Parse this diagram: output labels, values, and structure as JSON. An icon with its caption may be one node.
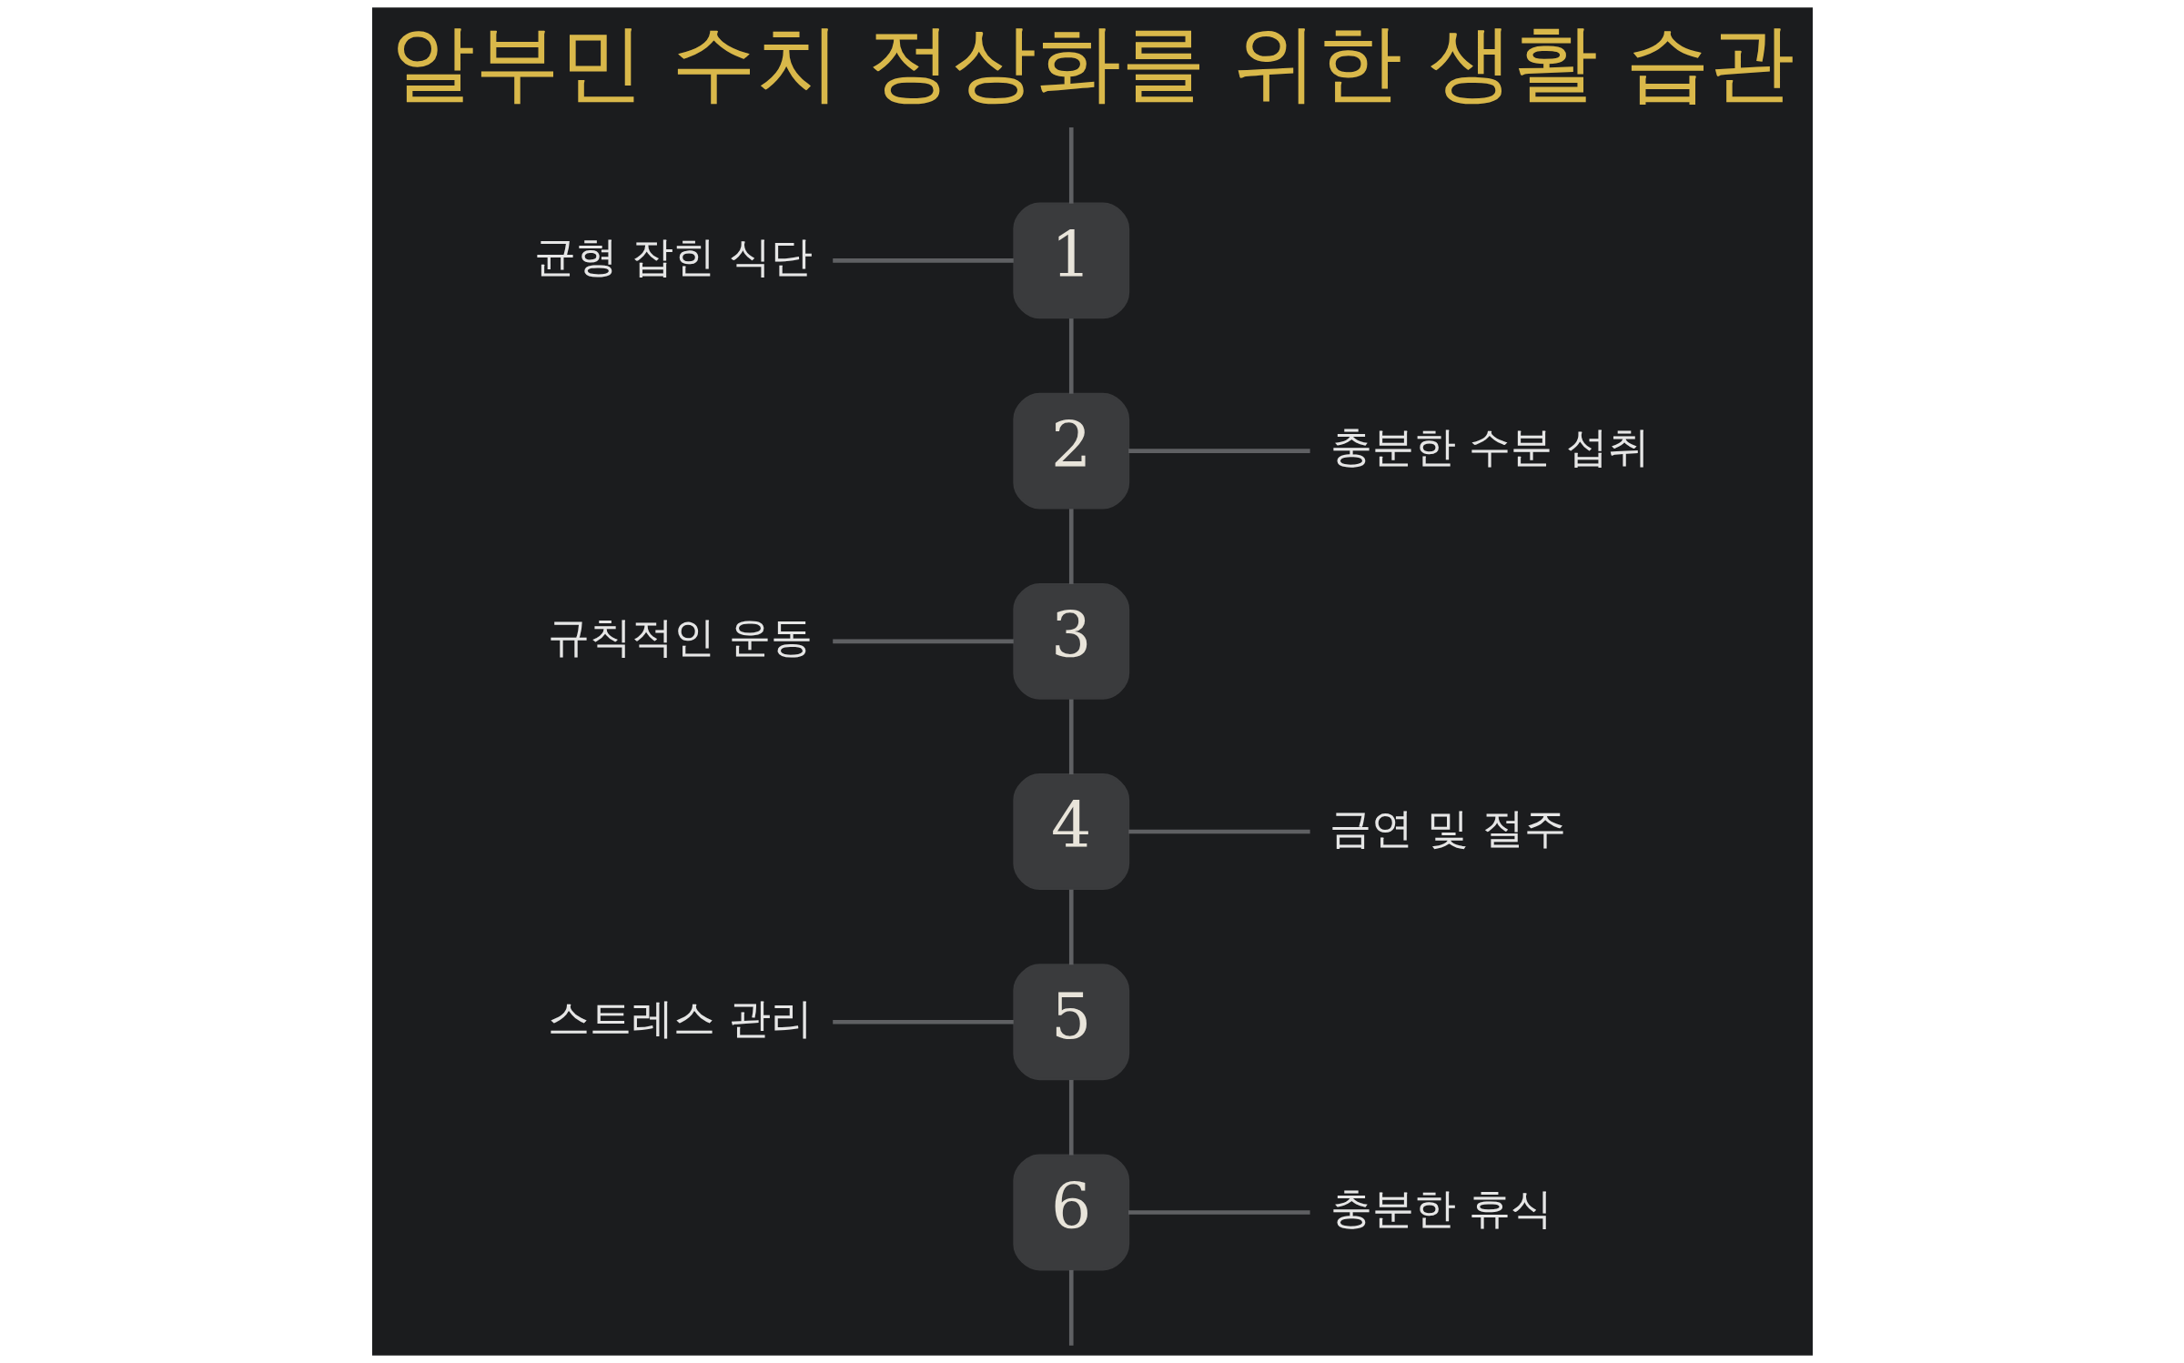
{
  "diagram": {
    "title": "알부민 수치 정상화를 위한 생활 습관",
    "nodes": [
      {
        "text": [
          "균형 잡힌 식단"
        ]
      },
      {
        "text": [
          "1"
        ]
      },
      {
        "text": [
          "2"
        ]
      },
      {
        "text": [
          "충분한 수분 섭취"
        ]
      },
      {
        "text": [
          "규칙적인 운동"
        ]
      },
      {
        "text": [
          "3"
        ]
      },
      {
        "text": [
          "4"
        ]
      },
      {
        "text": [
          "금연 및 절주"
        ]
      },
      {
        "text": [
          "스트레스 관리"
        ]
      },
      {
        "text": [
          "5"
        ]
      },
      {
        "text": [
          "6"
        ]
      },
      {
        "text": [
          "충분한 휴식"
        ]
      }
    ],
    "edges": [
      {
        "from": null,
        "to": 1,
        "arrow": "none"
      },
      {
        "from": 0,
        "to": 1,
        "arrow": "none"
      },
      {
        "from": 1,
        "to": 2,
        "arrow": "none"
      },
      {
        "from": 2,
        "to": 3,
        "arrow": "none"
      },
      {
        "from": 2,
        "to": 5,
        "arrow": "none"
      },
      {
        "from": 4,
        "to": 5,
        "arrow": "none"
      },
      {
        "from": 5,
        "to": 6,
        "arrow": "none"
      },
      {
        "from": 6,
        "to": 7,
        "arrow": "none"
      },
      {
        "from": 6,
        "to": 9,
        "arrow": "none"
      },
      {
        "from": 8,
        "to": 9,
        "arrow": "none"
      },
      {
        "from": 9,
        "to": 10,
        "arrow": "none"
      },
      {
        "from": 10,
        "to": 11,
        "arrow": "none"
      },
      {
        "from": 10,
        "to": null,
        "arrow": "none"
      }
    ]
  }
}
